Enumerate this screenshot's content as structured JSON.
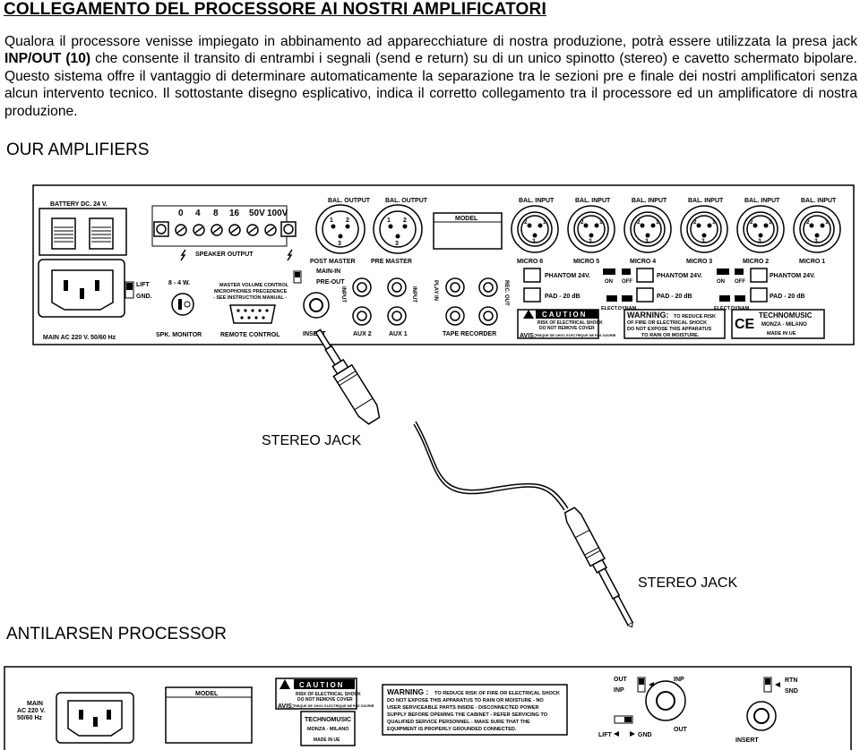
{
  "title": "COLLEGAMENTO DEL PROCESSORE AI NOSTRI AMPLIFICATORI",
  "paragraph": {
    "p1": "Qualora il processore venisse impiegato in abbinamento ad apparecchiature di nostra produzione, potrà essere utilizzata la presa jack ",
    "bold": "INP/OUT (10)",
    "p2": " che consente il transito di entrambi i segnali (send e return) su di un unico spinotto (stereo) e cavetto schermato bipolare. Questo sistema offre il vantaggio di determinare automaticamente la separazione tra le sezioni pre e finale dei nostri amplificatori senza alcun intervento tecnico. Il sottostante disegno esplicativo, indica il corretto collegamento tra il processore ed un amplificatore di nostra produzione."
  },
  "sections": {
    "our_amplifiers": "OUR AMPLIFIERS",
    "antilarsen": "ANTILARSEN PROCESSOR"
  },
  "cable": {
    "jack_top": "STEREO JACK",
    "jack_bottom": "STEREO JACK"
  },
  "amp_panel": {
    "battery": "BATTERY DC. 24 V.",
    "speaker_ohms": [
      "0",
      "4",
      "8",
      "16",
      "50V",
      "100V"
    ],
    "speaker_output": "SPEAKER OUTPUT",
    "bal_output": "BAL. OUTPUT",
    "post_master": "POST MASTER",
    "pre_master": "PRE MASTER",
    "model": "MODEL",
    "bal_input": "BAL. INPUT",
    "pin_labels": [
      "1",
      "2",
      "3"
    ],
    "micros": [
      "MICRO 6",
      "MICRO 5",
      "MICRO 4",
      "MICRO 3",
      "MICRO 2",
      "MICRO 1"
    ],
    "lift": "LIFT",
    "gnd": "GND.",
    "main_ac": "MAIN AC 220 V.  50/60 Hz",
    "spk_value": "8 - 4 W.",
    "spk_monitor": "SPK. MONITOR",
    "master_note": [
      "MASTER VOLUME CONTROL",
      "MICROPHONES PRECEDENCE",
      "- SEE INSTRUCTION MANUAL -"
    ],
    "remote_control": "REMOTE CONTROL",
    "main_in": "MAIN-IN",
    "pre_out": "PRE-OUT",
    "insert": "INSERT",
    "input_vert": "INPUT",
    "aux2": "AUX 2",
    "aux1": "AUX 1",
    "play_in": "PLAY IN",
    "rec_out": "REC. OUT",
    "tape_recorder": "TAPE RECORDER",
    "phantom": "PHANTOM 24V.",
    "on": "ON",
    "off": "OFF",
    "pad": "PAD - 20 dB",
    "elect": "ELECT.",
    "dynam": "DYNAM.",
    "caution": "CAUTION",
    "caution_sub": [
      "RISK OF ELECTRICAL SHOCK",
      "DO NOT REMOVE COVER"
    ],
    "avis": "AVIS:",
    "avis_text": "RISQUE DE CHOC ELECTRIQUE NE PAS OUVRIR",
    "warning": "WARNING:",
    "warning_lines": [
      "TO REDUCE RISK",
      "OF FIRE OR ELECTRICAL SHOCK",
      "DO NOT EXPOSE THIS APPARATUS",
      "TO RAIN OR MOISTURE."
    ],
    "ce": "CE",
    "technomusic": "TECHNOMUSIC",
    "monza": "MONZA - MILANO",
    "made_in": "MADE IN UE"
  },
  "proc_panel": {
    "main": [
      "MAIN",
      "AC 220 V.",
      "50/60 Hz"
    ],
    "model": "MODEL",
    "caution": "CAUTION",
    "caution_sub": [
      "RISK OF ELECTRICAL SHOCK",
      "DO NOT REMOVE COVER"
    ],
    "avis": "AVIS:",
    "avis_text": "RISQUE DE CHOC ELECTRIQUE NE PAS OUVRIR",
    "technomusic": "TECHNOMUSIC",
    "monza": "MONZA - MILANO",
    "made_in": "MADE IN UE",
    "warning": "WARNING :",
    "warning_lines": [
      "TO REDUCE RISK OF FIRE OR ELECTRICAL SHOCK",
      "DO NOT EXPOSE THIS APPARATUS TO RAIN OR MOISTURE - NO",
      "USER SERVICEABLE PARTS INSIDE - DISCONNECTED POWER",
      "SUPPLY BEFORE OPEMING THE CABINET - REFER SERVICING TO",
      "QUALIFIED SERVICE PERSONNEL - MAKE SURE THAT THE",
      "EQUIPMENT IS PROPERLY GROUNDED CONNECTED."
    ],
    "out": "OUT",
    "inp": "INP",
    "inp_top": "INP",
    "out_bottom": "OUT",
    "rtn": "RTN",
    "snd": "SND",
    "lift": "LIFT",
    "gnd": "GND",
    "insert": "INSERT"
  }
}
